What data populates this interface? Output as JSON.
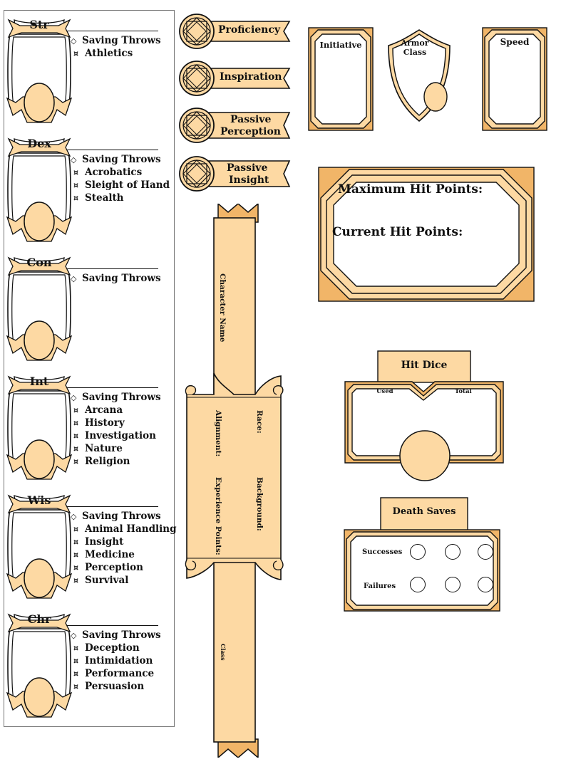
{
  "abilities": [
    {
      "abbr": "Str",
      "saves": "Saving Throws",
      "skills": [
        "Athletics"
      ]
    },
    {
      "abbr": "Dex",
      "saves": "Saving Throws",
      "skills": [
        "Acrobatics",
        "Sleight of Hand",
        "Stealth"
      ]
    },
    {
      "abbr": "Con",
      "saves": "Saving Throws",
      "skills": []
    },
    {
      "abbr": "Int",
      "saves": "Saving Throws",
      "skills": [
        "Arcana",
        "History",
        "Investigation",
        "Nature",
        "Religion"
      ]
    },
    {
      "abbr": "Wis",
      "saves": "Saving Throws",
      "skills": [
        "Animal Handling",
        "Insight",
        "Medicine",
        "Perception",
        "Survival"
      ]
    },
    {
      "abbr": "Chr",
      "saves": "Saving Throws",
      "skills": [
        "Deception",
        "Intimidation",
        "Performance",
        "Persuasion"
      ]
    }
  ],
  "medallions": {
    "proficiency": "Proficiency",
    "inspiration": "Inspiration",
    "passive_perception": [
      "Passive",
      "Perception"
    ],
    "passive_insight": [
      "Passive",
      "Insight"
    ]
  },
  "character": {
    "name": "Character Name",
    "race": "Race:",
    "alignment": "Alignment:",
    "background": "Background:",
    "experience": "Experience Points:",
    "class": "Class"
  },
  "combat": {
    "initiative": "Initiative",
    "armor_class": [
      "Armor",
      "Class"
    ],
    "speed": "Speed"
  },
  "hit_points": {
    "max": "Maximum Hit Points:",
    "current": "Current Hit Points:"
  },
  "hit_dice": {
    "title": "Hit Dice",
    "used": "Used",
    "total": "Total"
  },
  "death_saves": {
    "title": "Death Saves",
    "successes": "Successes",
    "failures": "Failures"
  },
  "colors": {
    "peach": "#fdd9a3",
    "gold": "#f1b568",
    "ink": "#111111"
  }
}
